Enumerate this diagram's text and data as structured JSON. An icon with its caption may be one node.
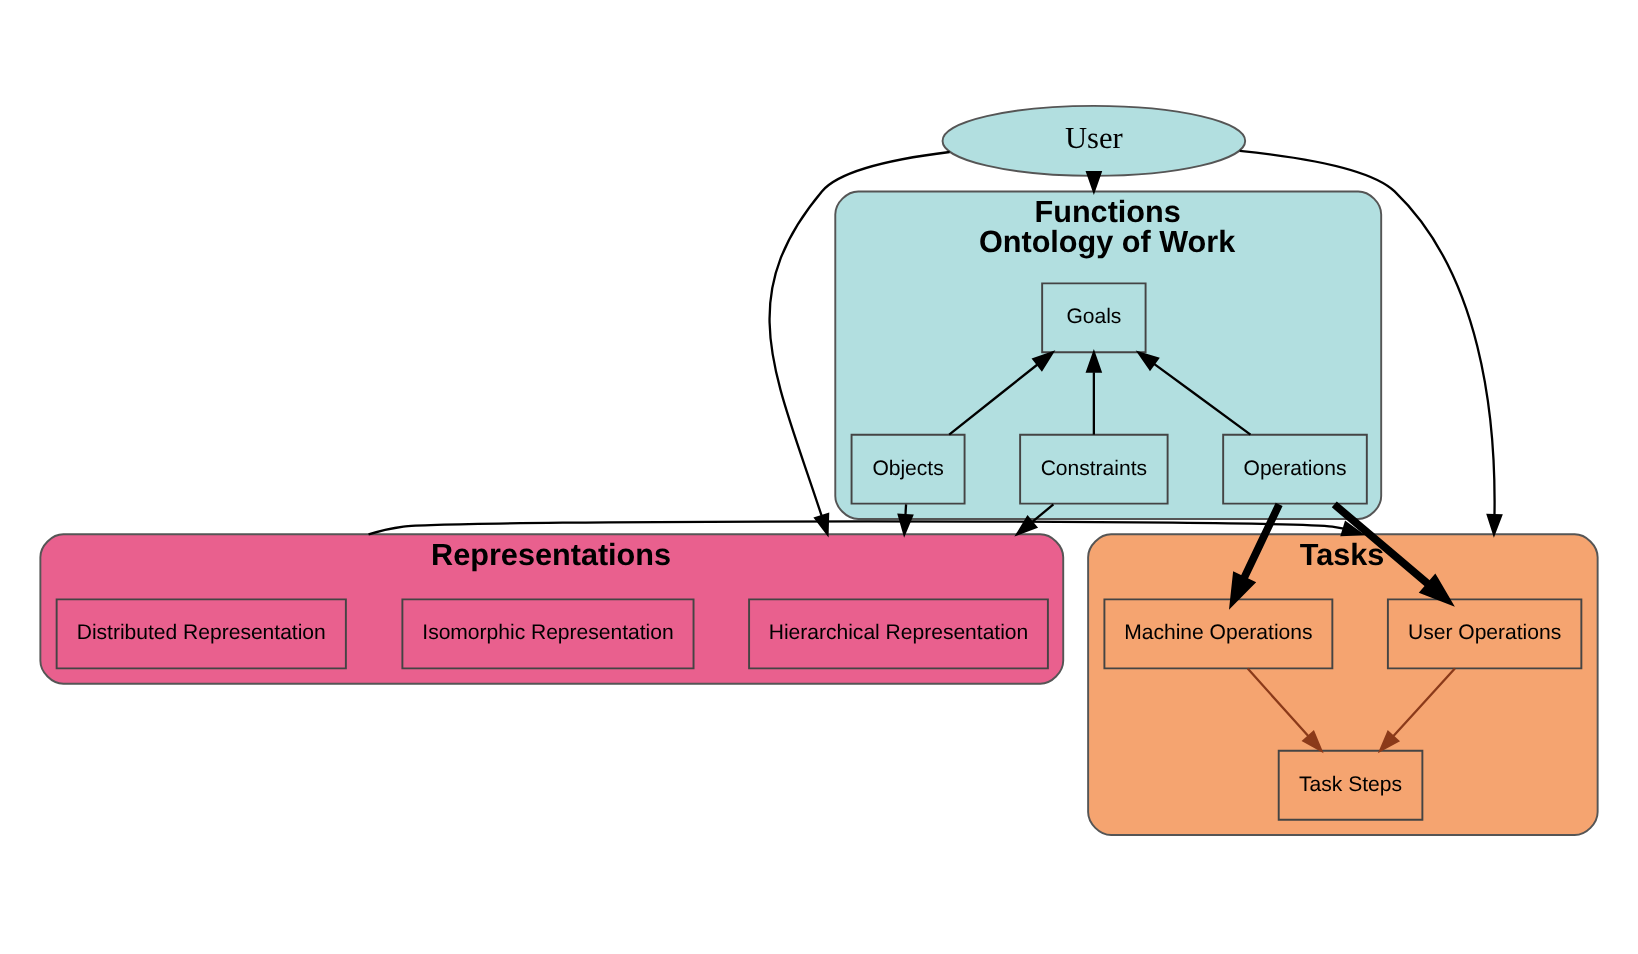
{
  "diagram": {
    "nodes": [
      {
        "text": [
          "User"
        ]
      },
      {
        "text": [
          "Functions",
          "Ontology of Work"
        ]
      },
      {
        "text": [
          "Goals"
        ],
        "in": 1
      },
      {
        "text": [
          "Objects"
        ],
        "in": 1
      },
      {
        "text": [
          "Constraints"
        ],
        "in": 1
      },
      {
        "text": [
          "Operations"
        ],
        "in": 1
      },
      {
        "text": [
          "Representations"
        ]
      },
      {
        "text": [
          "Hierarchical Representation"
        ],
        "in": 6
      },
      {
        "text": [
          "Isomorphic Representation"
        ],
        "in": 6
      },
      {
        "text": [
          "Distributed Representation"
        ],
        "in": 6
      },
      {
        "text": [
          "Tasks"
        ]
      },
      {
        "text": [
          "User Operations"
        ],
        "in": 10
      },
      {
        "text": [
          "Machine Operations"
        ],
        "in": 10
      },
      {
        "text": [
          "Task Steps"
        ],
        "in": 10
      }
    ],
    "edges": [
      {
        "from": 0,
        "to": 1,
        "arrow": "to"
      },
      {
        "from": 0,
        "to": 6,
        "arrow": "to"
      },
      {
        "from": 0,
        "to": 10,
        "arrow": "to"
      },
      {
        "from": 3,
        "to": 2,
        "arrow": "to"
      },
      {
        "from": 4,
        "to": 2,
        "arrow": "to"
      },
      {
        "from": 5,
        "to": 2,
        "arrow": "to"
      },
      {
        "from": 3,
        "to": 6,
        "arrow": "to"
      },
      {
        "from": 4,
        "to": 6,
        "arrow": "to"
      },
      {
        "from": 5,
        "to": 11,
        "arrow": "to",
        "style": "thick"
      },
      {
        "from": 5,
        "to": 12,
        "arrow": "to",
        "style": "thick"
      },
      {
        "from": 6,
        "to": 10,
        "arrow": "to"
      },
      {
        "from": 11,
        "to": 13,
        "arrow": "to",
        "color": "#8b3a1a"
      },
      {
        "from": 12,
        "to": 13,
        "arrow": "to",
        "color": "#8b3a1a"
      }
    ]
  }
}
